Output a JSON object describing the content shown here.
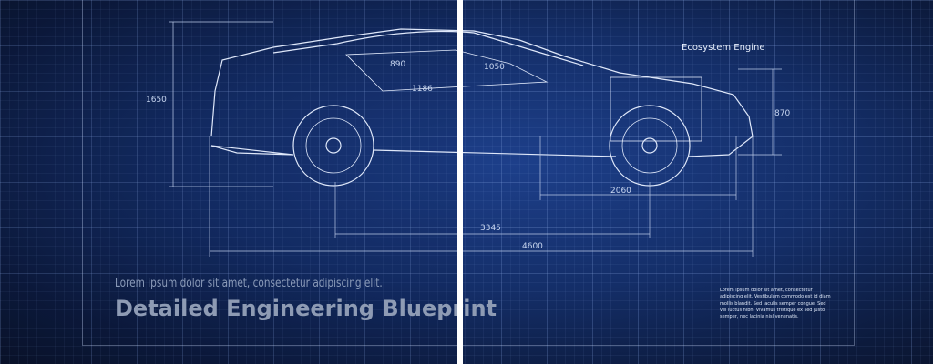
{
  "labels": {
    "engine": "Ecosystem Engine",
    "subtitle": "Lorem ipsum dolor sit amet, consectetur adipiscing elit.",
    "title": "Detailed Engineering Blueprint",
    "note": "Lorem ipsum dolor sit amet, consectetur adipiscing elit. Vestibulum commodo est id diam mollis blandit. Sed iaculis semper congue. Sed vel luctus nibh. Vivamus tristique ex sed justo semper, nec lacinia nisl venenatis."
  },
  "dimensions": {
    "d890": "890",
    "d1186": "1186",
    "d1050": "1050",
    "d1650": "1650",
    "d870": "870",
    "d2060": "2060",
    "d3345": "3345",
    "d4600": "4600"
  },
  "slider": {
    "position_percent": 49.3
  }
}
